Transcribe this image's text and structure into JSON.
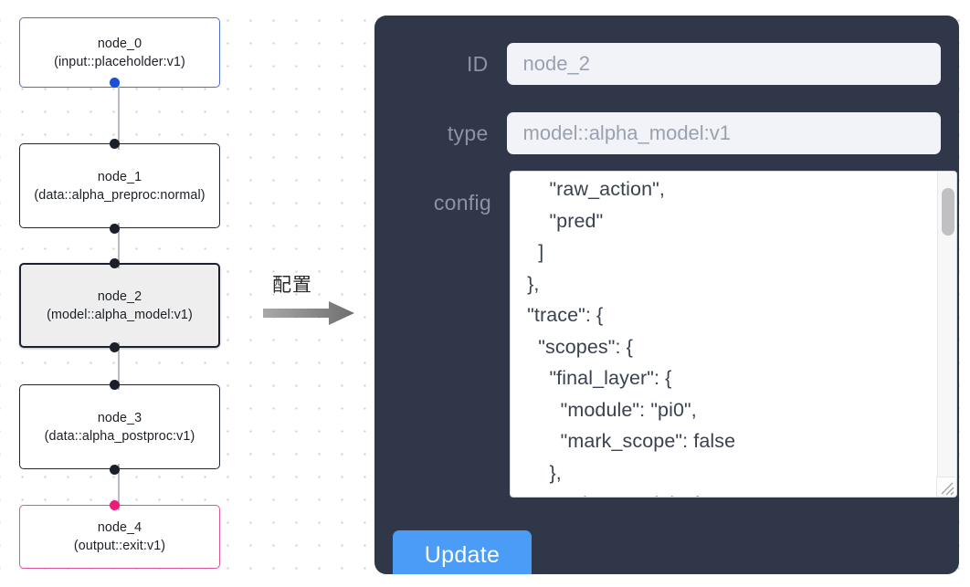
{
  "graph": {
    "nodes": [
      {
        "id": "node_0",
        "type": "(input::placeholder:v1)",
        "state": "first"
      },
      {
        "id": "node_1",
        "type": "(data::alpha_preproc:normal)",
        "state": "normal"
      },
      {
        "id": "node_2",
        "type": "(model::alpha_model:v1)",
        "state": "selected"
      },
      {
        "id": "node_3",
        "type": "(data::alpha_postproc:v1)",
        "state": "normal"
      },
      {
        "id": "node_4",
        "type": "(output::exit:v1)",
        "state": "last"
      }
    ],
    "node_labels": [
      "node_0\n(input::placeholder:v1)",
      "node_1\n(data::alpha_preproc:normal)",
      "node_2\n(model::alpha_model:v1)",
      "node_3\n(data::alpha_postproc:v1)",
      "node_4\n(output::exit:v1)"
    ],
    "colors": {
      "first_border": "#4a6fc4",
      "first_handle": "#1c4ed8",
      "default_border": "#1f2532",
      "default_handle": "#1b1f2a",
      "selected_fill": "#eeeeee",
      "last_border": "#e0539a",
      "last_handle": "#ea1e79",
      "edge": "#b9bcc2",
      "grid_dot": "#c9ccd4"
    }
  },
  "annotation": {
    "caption": "配置",
    "arrow_color": "#8a8a8a"
  },
  "inspector": {
    "background": "#2f3749",
    "fields": [
      {
        "label": "ID",
        "value": "node_2"
      },
      {
        "label": "type",
        "value": "model::alpha_model:v1"
      },
      {
        "label": "config",
        "value": ""
      }
    ],
    "id_label": "ID",
    "id_value": "node_2",
    "type_label": "type",
    "type_value": "model::alpha_model:v1",
    "config_label": "config",
    "config_value": "      \"raw_action\",\n      \"pred\"\n    ]\n  },\n  \"trace\": {\n    \"scopes\": {\n      \"final_layer\": {\n        \"module\": \"pi0\",\n        \"mark_scope\": false\n      },\n      \"action_model\": {",
    "update_label": "Update",
    "update_color": "#4a9cf7",
    "input_background": "#f1f3f8",
    "input_text_color": "#9aa1ae",
    "label_color": "#8c93a3"
  }
}
